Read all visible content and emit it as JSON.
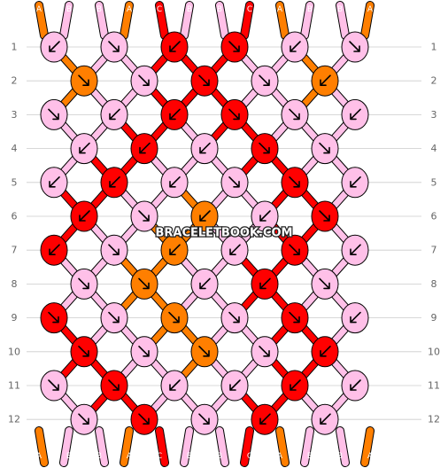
{
  "watermark": "BRACELETBOOK.COM",
  "colors": {
    "A": "#ff7f00",
    "B": "#ffc0e8",
    "C": "#ff0000",
    "knot_outline": "#000000",
    "arrow": "#000000",
    "row_number": "#666666",
    "guide_line": "#cccccc"
  },
  "strands": {
    "top": [
      "A",
      "B",
      "B",
      "A",
      "C",
      "B",
      "B",
      "C",
      "A",
      "B",
      "B",
      "A"
    ],
    "bottom": [
      "A",
      "B",
      "B",
      "A",
      "C",
      "B",
      "B",
      "C",
      "A",
      "B",
      "B",
      "A"
    ]
  },
  "rows": {
    "left_numbers": [
      "1",
      "2",
      "3",
      "4",
      "5",
      "6",
      "7",
      "8",
      "9",
      "10",
      "11",
      "12"
    ],
    "right_numbers": [
      "1",
      "2",
      "3",
      "4",
      "5",
      "6",
      "7",
      "8",
      "9",
      "10",
      "11",
      "12"
    ]
  },
  "knots": [
    [
      "B:SW",
      "B:SE",
      "C:SW",
      "C:SE",
      "B:SW",
      "B:SE"
    ],
    [
      "A:SE-r",
      "B:SE-r",
      "C:SE",
      "B:SE-r",
      "A:SW-r"
    ],
    [
      "B:SE",
      "B:SW",
      "C:SW",
      "C:SE",
      "B:SE",
      "B:SW"
    ],
    [
      "B:SW",
      "C:SW",
      "B:SW",
      "C:SE",
      "B:SE"
    ],
    [
      "B:SW",
      "C:SW",
      "B:SW",
      "B:SE",
      "C:SE",
      "B:SW"
    ],
    [
      "C:SW",
      "B:SE",
      "A:SW",
      "B:SW",
      "C:SE"
    ],
    [
      "C:SW",
      "B:SE",
      "A:SW",
      "B:SW",
      "C:SE",
      "B:SW"
    ],
    [
      "B:SE-r",
      "A:SE-r",
      "B:SW-r",
      "C:SW",
      "B:SE-r"
    ],
    [
      "C:SE",
      "B:SE",
      "A:SE",
      "B:SE",
      "C:SE",
      "B:SW"
    ],
    [
      "C:SE",
      "B:SE",
      "A:SE",
      "B:SE",
      "C:SW"
    ],
    [
      "B:SE",
      "C:SE",
      "B:SW",
      "B:SW",
      "C:SW",
      "B:SW"
    ],
    [
      "B:SE",
      "C:SE",
      "B:SE",
      "C:SW",
      "B:SW"
    ]
  ]
}
